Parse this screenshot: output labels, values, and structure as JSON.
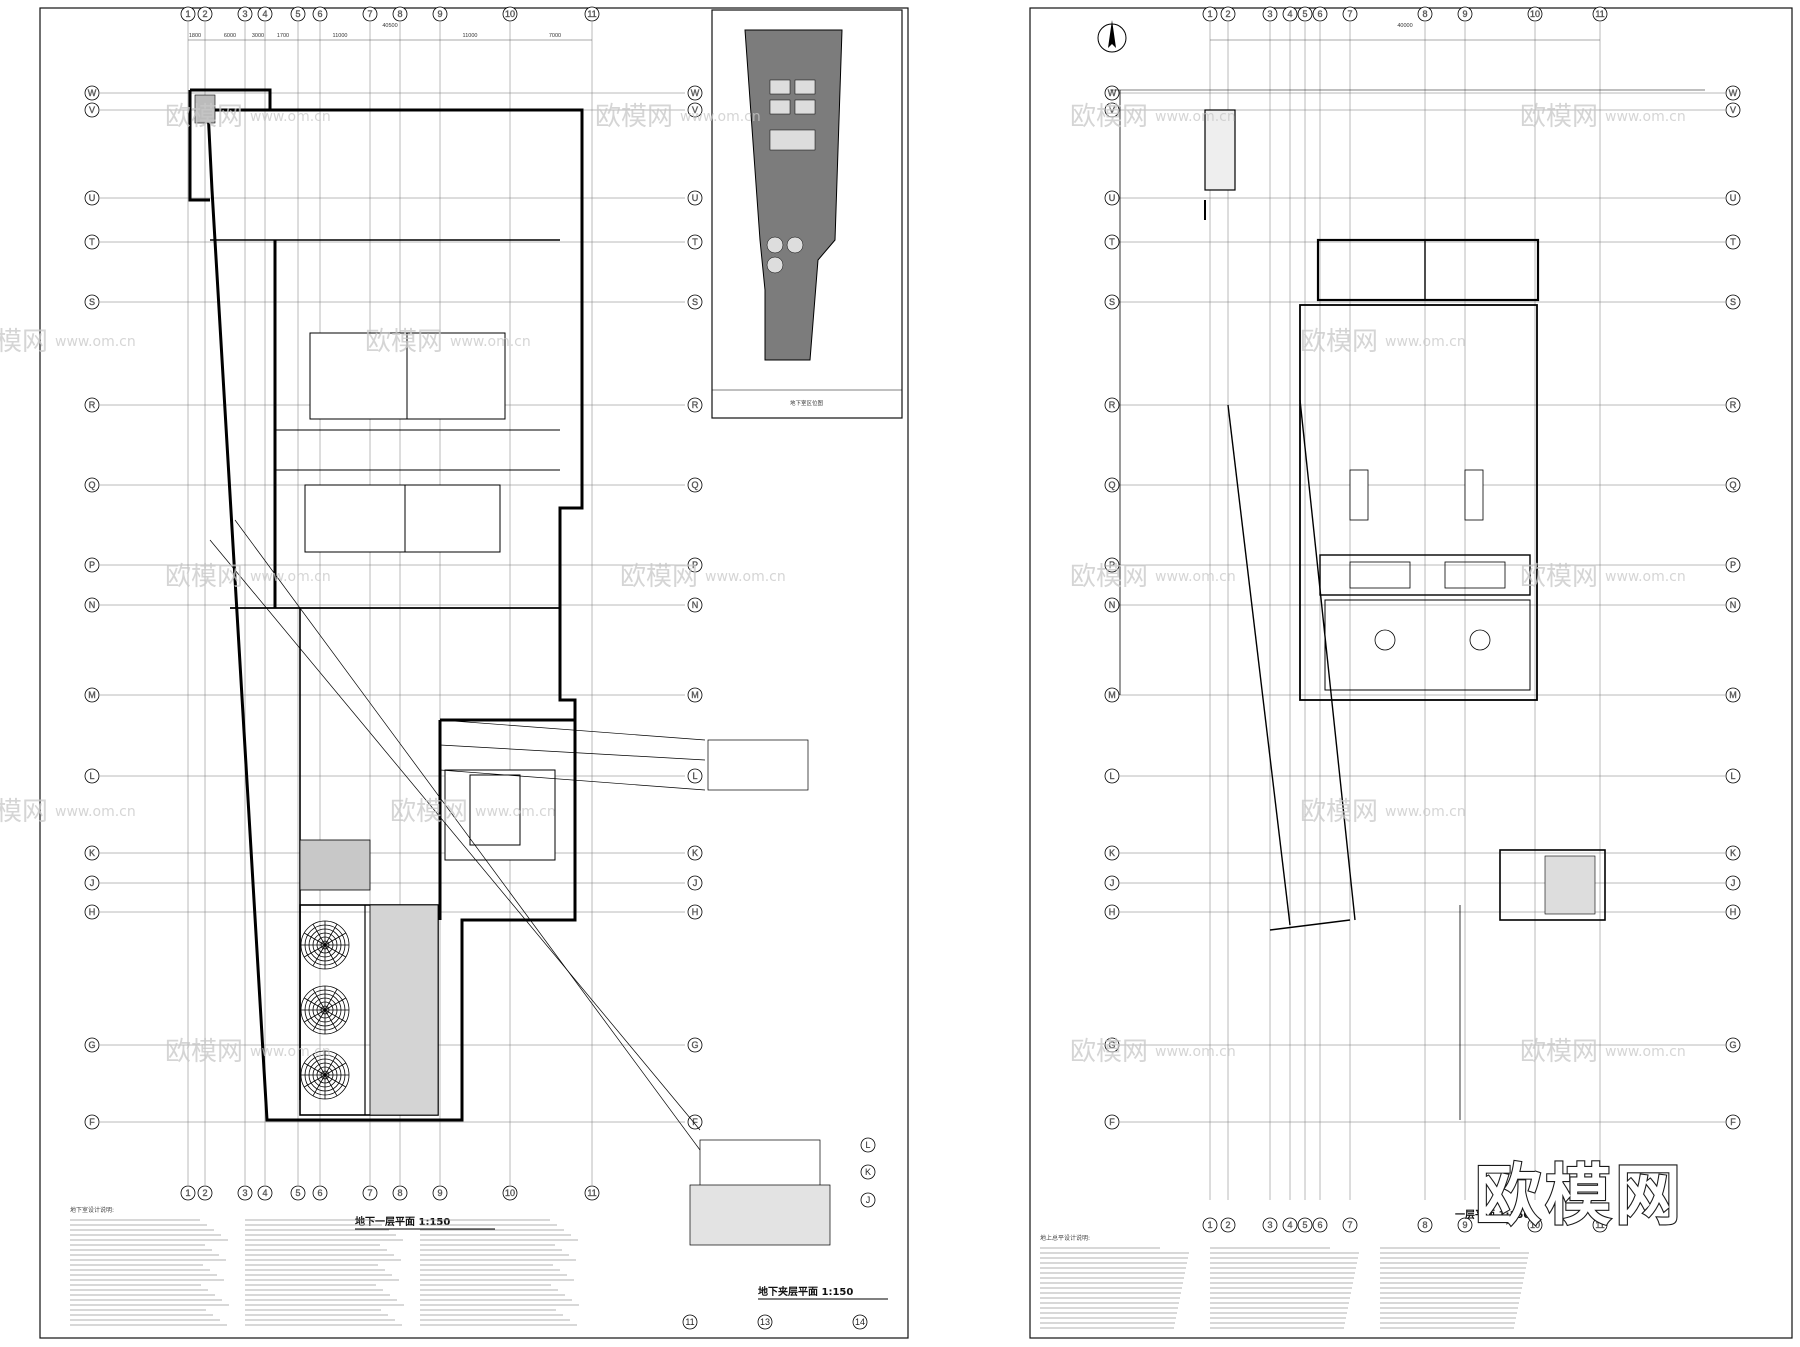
{
  "drawings": {
    "left_plan_title": "地下一层平面 1:150",
    "mezzanine_title": "地下夹层平面 1:150",
    "right_plan_title": "一层平面 1:150",
    "key_plan_title": "地下室区位图"
  },
  "left_grid": {
    "top_columns": [
      "1",
      "2",
      "3",
      "4",
      "5",
      "6",
      "7",
      "8",
      "9",
      "10",
      "11"
    ],
    "bottom_columns": [
      "1",
      "2",
      "3",
      "4",
      "5",
      "6",
      "7",
      "8",
      "9",
      "10",
      "11"
    ],
    "rows": [
      "W",
      "V",
      "U",
      "T",
      "S",
      "R",
      "Q",
      "P",
      "N",
      "M",
      "L",
      "K",
      "J",
      "H",
      "G",
      "F"
    ],
    "top_dims": [
      "1800",
      "6000",
      "3000",
      "1700",
      "11000",
      "11000",
      "7000"
    ],
    "total_dim": "40500"
  },
  "right_grid": {
    "top_columns": [
      "1",
      "2",
      "3",
      "4",
      "5",
      "6",
      "7",
      "8",
      "9",
      "10",
      "11"
    ],
    "rows": [
      "W",
      "V",
      "U",
      "T",
      "S",
      "R",
      "Q",
      "P",
      "N",
      "M",
      "L",
      "K",
      "J",
      "H",
      "G",
      "F"
    ],
    "total_dim": "40000"
  },
  "mezzanine_labels": {
    "rows": [
      "L",
      "K",
      "J"
    ],
    "cols": [
      "11",
      "13",
      "14"
    ]
  },
  "notes": {
    "left_header": "地下室设计说明:",
    "right_header": "地上总平设计说明:"
  },
  "watermark": {
    "text": "欧模网",
    "url": "www.om.cn"
  },
  "logo_text": "欧模网"
}
